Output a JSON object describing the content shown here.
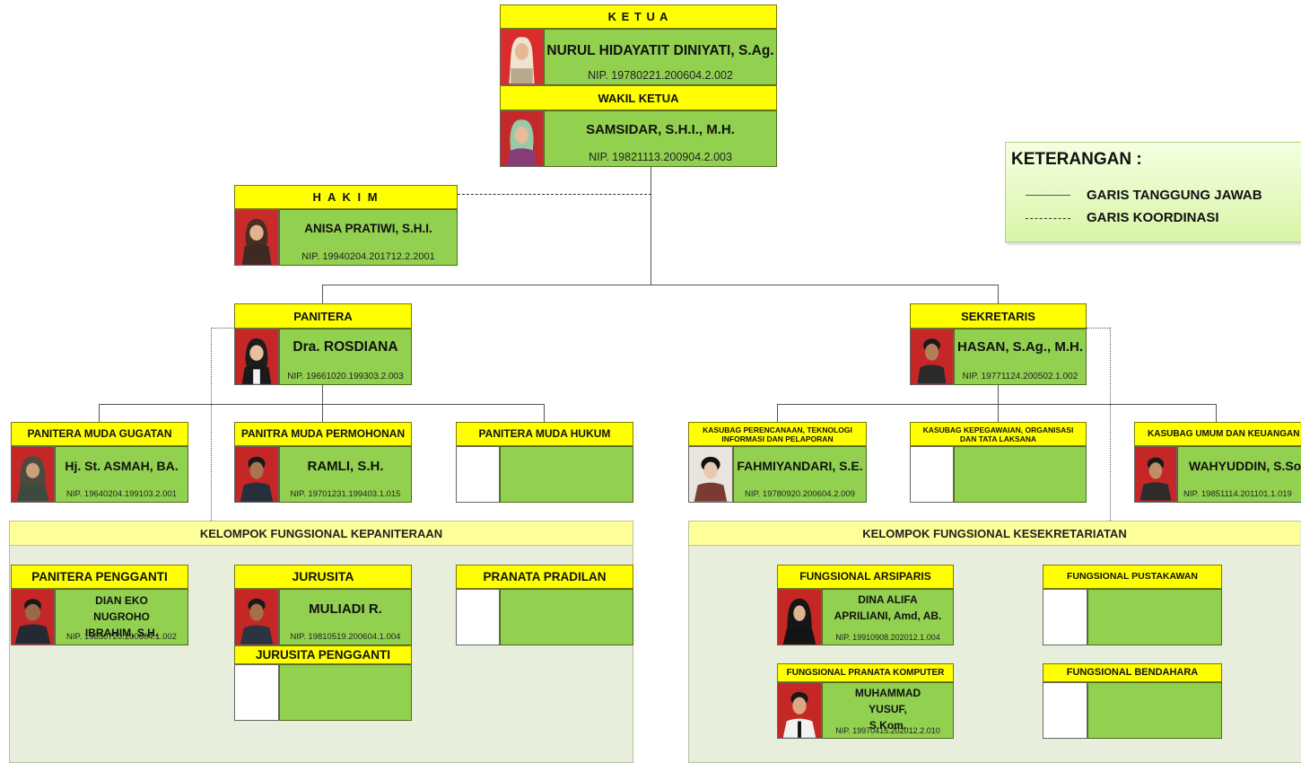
{
  "legend": {
    "title": "KETERANGAN :",
    "solid_label": "GARIS TANGGUNG JAWAB",
    "dashed_label": "GARIS KOORDINASI"
  },
  "ketua": {
    "title": "K E T U A",
    "name": "NURUL HIDAYATIT DINIYATI, S.Ag.",
    "nip": "NIP. 19780221.200604.2.002"
  },
  "wakil": {
    "title": "WAKIL KETUA",
    "name": "SAMSIDAR, S.H.I., M.H.",
    "nip": "NIP. 19821113.200904.2.003"
  },
  "hakim": {
    "title": "H A K I M",
    "name": "ANISA PRATIWI, S.H.I.",
    "nip": "NIP. 19940204.201712.2.2001"
  },
  "panitera": {
    "title": "PANITERA",
    "name": "Dra. ROSDIANA",
    "nip": "NIP. 19661020.199303.2.003"
  },
  "sekretaris": {
    "title": "SEKRETARIS",
    "name": "HASAN, S.Ag., M.H.",
    "nip": "NIP. 19771124.200502.1.002"
  },
  "pm_gugatan": {
    "title": "PANITERA MUDA GUGATAN",
    "name": "Hj. St. ASMAH, BA.",
    "nip": "NIP. 19640204.199103.2.001"
  },
  "pm_permohonan": {
    "title": "PANITRA MUDA PERMOHONAN",
    "name": "RAMLI, S.H.",
    "nip": "NIP. 19701231.199403.1.015"
  },
  "pm_hukum": {
    "title": "PANITERA MUDA HUKUM"
  },
  "kasubag_ptip": {
    "title": "KASUBAG PERENCANAAN, TEKNOLOGI INFORMASI DAN PELAPORAN",
    "name": "FAHMIYANDARI, S.E.",
    "nip": "NIP. 19780920.200604.2.009"
  },
  "kasubag_kepeg": {
    "title": "KASUBAG KEPEGAWAIAN, ORGANISASI DAN TATA LAKSANA"
  },
  "kasubag_umum": {
    "title": "KASUBAG UMUM DAN KEUANGAN",
    "name": "WAHYUDDIN, S.Sos.",
    "nip": "NIP. 19851114.201101.1.019"
  },
  "group_kepaniteraan": {
    "title": "KELOMPOK FUNGSIONAL KEPANITERAAN"
  },
  "group_kesekretariatan": {
    "title": "KELOMPOK FUNGSIONAL KESEKRETARIATAN"
  },
  "panitera_pengganti": {
    "title": "PANITERA PENGGANTI",
    "name": "DIAN EKO NUGROHO IBRAHIM, S.H.",
    "nip": "NIP. 19850720.200604.1.002"
  },
  "jurusita": {
    "title": "JURUSITA",
    "name": "MULIADI R.",
    "nip": "NIP. 19810519.200604.1.004"
  },
  "jurusita_pengganti": {
    "title": "JURUSITA PENGGANTI"
  },
  "pranata": {
    "title": "PRANATA PRADILAN"
  },
  "arsiparis": {
    "title": "FUNGSIONAL ARSIPARIS",
    "name": "DINA ALIFA APRILIANI, Amd, AB.",
    "nip": "NIP. 19910908.202012.1.004"
  },
  "pustakawan": {
    "title": "FUNGSIONAL PUSTAKAWAN"
  },
  "pranata_komputer": {
    "title": "FUNGSIONAL PRANATA KOMPUTER",
    "name": "MUHAMMAD YUSUF, S.Kom.",
    "nip": "NIP. 19970415.202012.2.010"
  },
  "bendahara": {
    "title": "FUNGSIONAL BENDAHARA"
  },
  "colors": {
    "title_bg": "#ffff00",
    "info_bg": "#92d050",
    "group_bg": "#e8eedc",
    "group_head": "#ffff9a"
  }
}
